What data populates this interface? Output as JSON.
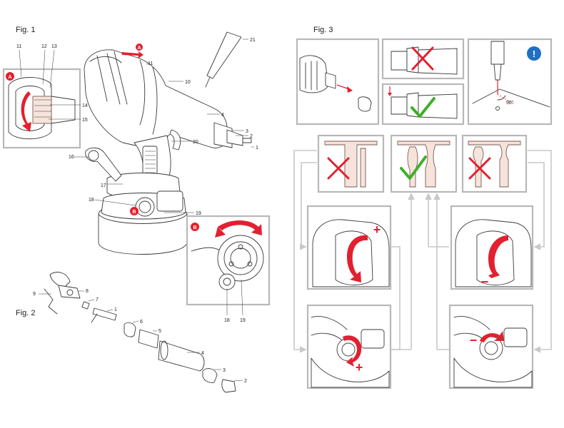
{
  "figures": {
    "fig1_title": "Fig. 1",
    "fig2_title": "Fig. 2",
    "fig3_title": "Fig. 3"
  },
  "fig1": {
    "callouts": [
      "11",
      "12",
      "13",
      "14",
      "15",
      "16",
      "17",
      "18",
      "19",
      "20",
      "21",
      "10",
      "11",
      "4",
      "3",
      "2",
      "1"
    ],
    "detail_a_badge": "A",
    "detail_b_badge": "B",
    "detail_b_callouts": [
      "18",
      "19"
    ]
  },
  "fig2": {
    "callouts": [
      "9",
      "8",
      "7",
      "1",
      "6",
      "5",
      "4",
      "3",
      "2"
    ]
  },
  "fig3": {
    "angle_label": "90°",
    "info_icon": "!",
    "plus_symbol": "+",
    "minus_symbol": "−"
  },
  "colors": {
    "accent_red": "#e2202f",
    "check_green": "#3fae2a",
    "info_blue": "#1f6fc5",
    "panel_border": "#b8b8b8",
    "rivet_fill": "#f6e4dc"
  },
  "icons": [
    "cross-icon",
    "check-icon",
    "info-icon",
    "rotate-arrow-icon",
    "plus-icon",
    "minus-icon"
  ]
}
